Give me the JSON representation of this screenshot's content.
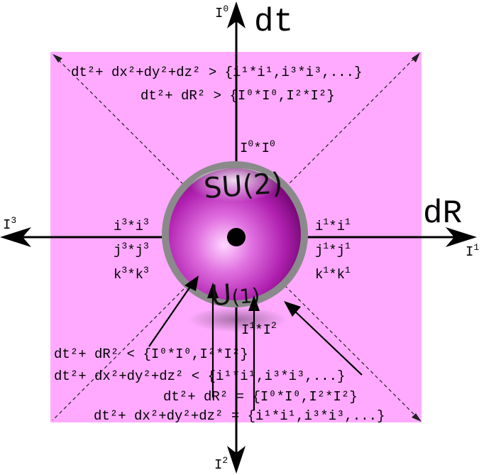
{
  "axes": {
    "dt": "dt",
    "dR": "dR",
    "I0": {
      "base": "I",
      "sup": "0"
    },
    "I1": {
      "base": "I",
      "sup": "1"
    },
    "I2": {
      "base": "I",
      "sup": "2"
    },
    "I3": {
      "base": "I",
      "sup": "3"
    }
  },
  "groups": {
    "su2": "SU(2)",
    "u1": {
      "base": "U",
      "sub": "(1)"
    }
  },
  "products": {
    "top": [
      "I",
      "0",
      "*I",
      "0"
    ],
    "bottom": [
      "I",
      "1",
      "*I",
      "2"
    ],
    "left": [
      [
        "i",
        "3",
        "*i",
        "3"
      ],
      [
        "j",
        "3",
        "*j",
        "3"
      ],
      [
        "k",
        "3",
        "*k",
        "3"
      ]
    ],
    "right": [
      [
        "i",
        "1",
        "*i",
        "1"
      ],
      [
        "j",
        "1",
        "*j",
        "1"
      ],
      [
        "k",
        "1",
        "*k",
        "1"
      ]
    ]
  },
  "equations": {
    "top1": {
      "lhs": "dt²+ dx²+dy²+dz²",
      "op": ">",
      "rhs": "{i¹*i¹,i³*i³,...}"
    },
    "top2": {
      "lhs": "dt²+ dR²",
      "op": ">",
      "rhs": "{I⁰*I⁰,I²*I²}"
    },
    "bot1": {
      "lhs": "dt²+ dR²",
      "op": "<",
      "rhs": "{I⁰*I⁰,I²*I²}"
    },
    "bot2": {
      "lhs": "dt²+ dx²+dy²+dz²",
      "op": "<",
      "rhs": "{i¹*i¹,i³*i³,...}"
    },
    "bot3": {
      "lhs": "dt²+ dR²",
      "op": "=",
      "rhs": "{I⁰*I⁰,I²*I²}"
    },
    "bot4": {
      "lhs": "dt²+ dx²+dy²+dz²",
      "op": "=",
      "rhs": "{i¹*i¹,i³*i³,...}"
    }
  },
  "colors": {
    "background": "#ffaaff",
    "sphere_core": "#c83cc8",
    "sphere_highlight": "#ffd6ff",
    "ring": "#8a8a8a",
    "axis": "#000000"
  }
}
